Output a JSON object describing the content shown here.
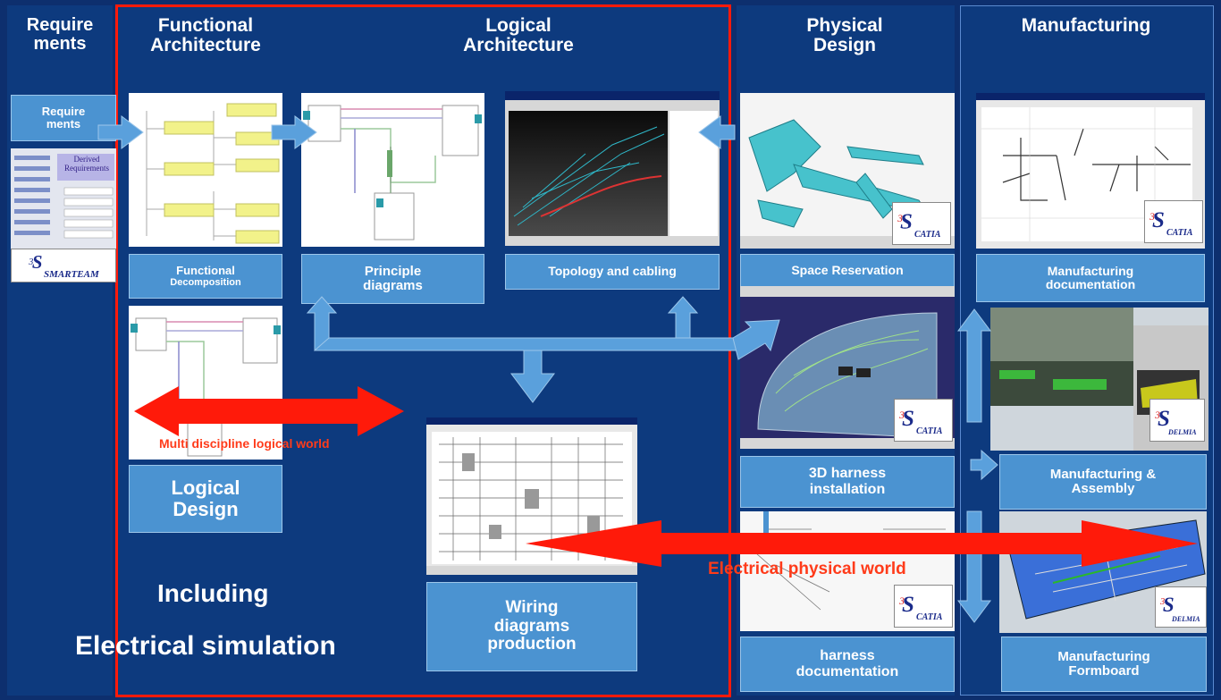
{
  "colors": {
    "background": "#0d3a7e",
    "box": "#4b93d1",
    "arrow": "#5aa0dc",
    "red": "#ff1a0a",
    "red_text": "#ff3b1a"
  },
  "headers": {
    "requirements": "Require\nments",
    "functional": "Functional\nArchitecture",
    "logical": "Logical\nArchitecture",
    "physical": "Physical\nDesign",
    "manufacturing": "Manufacturing"
  },
  "boxes": {
    "requirements": "Require\nments",
    "functional_decomposition_line1": "Functional",
    "functional_decomposition_line2": "Decomposition",
    "principle_diagrams": "Principle\ndiagrams",
    "topology_cabling": "Topology and cabling",
    "space_reservation": "Space Reservation",
    "manufacturing_documentation": "Manufacturing\ndocumentation",
    "logical_design": "Logical\nDesign",
    "harness_installation": "3D harness\ninstallation",
    "manufacturing_assembly": "Manufacturing &\nAssembly",
    "wiring_diagrams": "Wiring\ndiagrams\nproduction",
    "harness_documentation": "harness\ndocumentation",
    "manufacturing_formboard": "Manufacturing\nFormboard"
  },
  "labels": {
    "multi_discipline": "Multi discipline logical world",
    "electrical_physical": "Electrical physical world",
    "including": "Including",
    "electrical_simulation": "Electrical simulation"
  },
  "logos": {
    "smarteam": "SMARTEAM",
    "catia": "CATIA",
    "delmia": "DELMIA"
  },
  "screens": {
    "derived_requirements": "Derived\nRequirements"
  }
}
